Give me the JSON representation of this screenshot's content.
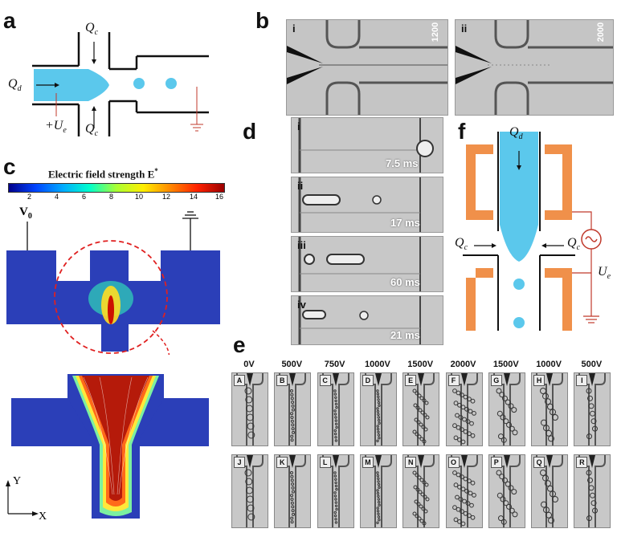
{
  "panels": {
    "a": {
      "label": "a",
      "qc_top": "Q",
      "qc_top_sub": "c",
      "qd": "Q",
      "qd_sub": "d",
      "ue": "+U",
      "ue_sub": "e",
      "qc_bottom": "Q",
      "qc_bottom_sub": "c"
    },
    "b": {
      "label": "b",
      "i": "i",
      "ii": "ii",
      "i_value": "1200",
      "ii_value": "2000"
    },
    "c": {
      "label": "c",
      "title": "Electric field strength E",
      "title_sup": "*",
      "ticks": [
        "2",
        "4",
        "6",
        "8",
        "10",
        "12",
        "14",
        "16"
      ],
      "v0": "V",
      "v0_sub": "0",
      "axis_y": "Y",
      "axis_x": "X"
    },
    "d": {
      "label": "d",
      "rows": [
        {
          "num": "i",
          "time": "7.5 ms"
        },
        {
          "num": "ii",
          "time": "17 ms"
        },
        {
          "num": "iii",
          "time": "60 ms"
        },
        {
          "num": "iv",
          "time": "21 ms"
        }
      ]
    },
    "e": {
      "label": "e",
      "voltages": [
        "0V",
        "500V",
        "750V",
        "1000V",
        "1500V",
        "2000V",
        "1500V",
        "1000V",
        "500V"
      ],
      "row1": [
        "A",
        "B",
        "C",
        "D",
        "E",
        "F",
        "G",
        "H",
        "I"
      ],
      "row2": [
        "J",
        "K",
        "L",
        "M",
        "N",
        "O",
        "P",
        "Q",
        "R"
      ]
    },
    "f": {
      "label": "f",
      "qd": "Q",
      "qd_sub": "d",
      "qc_left": "Q",
      "qc_left_sub": "c",
      "qc_right": "Q",
      "qc_right_sub": "c",
      "ue": "U",
      "ue_sub": "e"
    }
  },
  "colors": {
    "fluid": "#5bc8ec",
    "electrode": "#f0904a",
    "ground_line": "#c0392b"
  }
}
